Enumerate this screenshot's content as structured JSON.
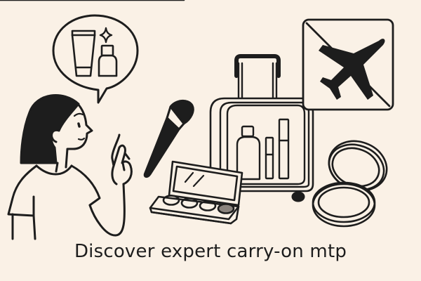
{
  "caption": "Discover expert carry-on mtp",
  "colors": {
    "background": "#FAF1E6",
    "ink": "#1d1d1d",
    "eyeshadow_dark": "#8a837d"
  },
  "illustration": {
    "person": "woman-pointing-up",
    "speech_bubble_items": [
      "tube-icon",
      "sparkle-icon",
      "bottle-icon"
    ],
    "objects": [
      "makeup-brush-icon",
      "eyeshadow-palette-icon",
      "carry-on-suitcase-icon",
      "no-airplane-sign-icon",
      "compact-mirror-icon"
    ],
    "suitcase_contents": [
      "bottle-icon",
      "lip-tube-icon",
      "mascara-tube-icon"
    ],
    "palette_wells": 4
  }
}
